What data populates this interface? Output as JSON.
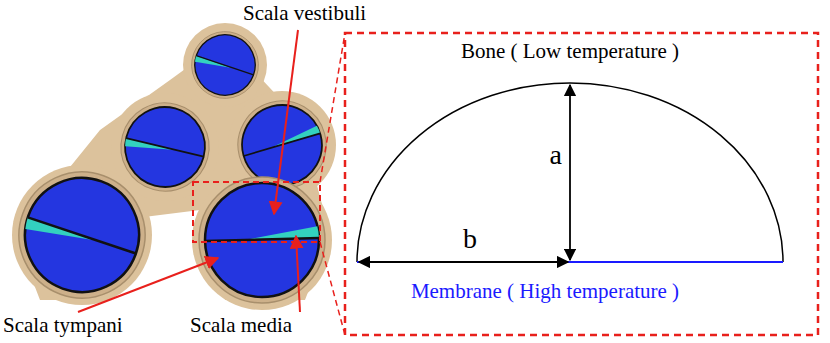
{
  "diagram": {
    "labels": [
      "Scala vestibuli",
      "Bone ( Low temperature )",
      "a",
      "b",
      "Membrane ( High temperature )",
      "Scala tympani",
      "Scala media"
    ]
  }
}
